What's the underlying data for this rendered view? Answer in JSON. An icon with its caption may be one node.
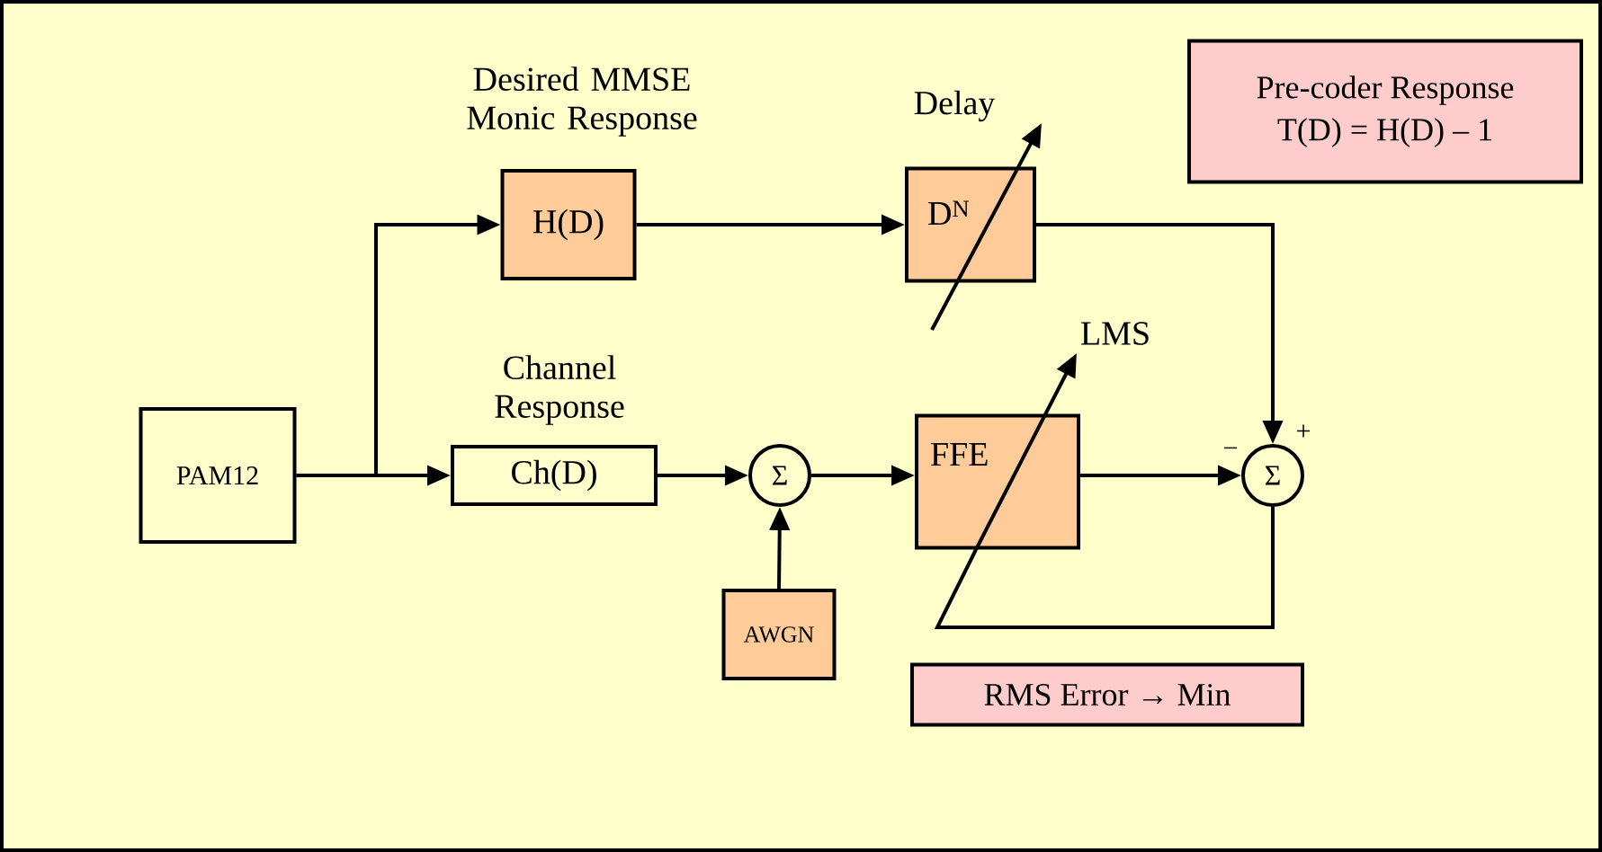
{
  "diagram": {
    "nodes": [
      {
        "text": [
          "PAM12"
        ]
      },
      {
        "text": [
          "H(D)"
        ],
        "beside": [
          "Desired MMSE Monic Response"
        ]
      },
      {
        "text": [
          "D$^{N}$"
        ],
        "beside": [
          "Delay"
        ]
      },
      {
        "text": [
          "Ch(D)"
        ],
        "beside": [
          "Channel Response"
        ]
      },
      {
        "text": [
          "Σ"
        ]
      },
      {
        "text": [
          "AWGN"
        ]
      },
      {
        "text": [
          "FFE"
        ],
        "beside": [
          "LMS"
        ]
      },
      {
        "text": [
          "Σ"
        ]
      },
      {
        "text": [
          "Pre-coder Response",
          "T(D) = H(D) – 1"
        ]
      },
      {
        "text": [
          "RMS Error → Min"
        ]
      }
    ],
    "edges": [
      {
        "from": 0,
        "to": 1,
        "arrow": "to"
      },
      {
        "from": 0,
        "to": 3,
        "arrow": "to"
      },
      {
        "from": 1,
        "to": 2,
        "arrow": "to"
      },
      {
        "from": 3,
        "to": 4,
        "arrow": "to"
      },
      {
        "from": 5,
        "to": 4,
        "arrow": "to"
      },
      {
        "from": 4,
        "to": 6,
        "arrow": "to"
      },
      {
        "from": 2,
        "to": 7,
        "arrow": "to"
      },
      {
        "from": 6,
        "to": 7,
        "arrow": "to"
      },
      {
        "from": 7,
        "to": 6,
        "arrow": "none"
      }
    ],
    "labels": [
      "+",
      "−"
    ]
  }
}
